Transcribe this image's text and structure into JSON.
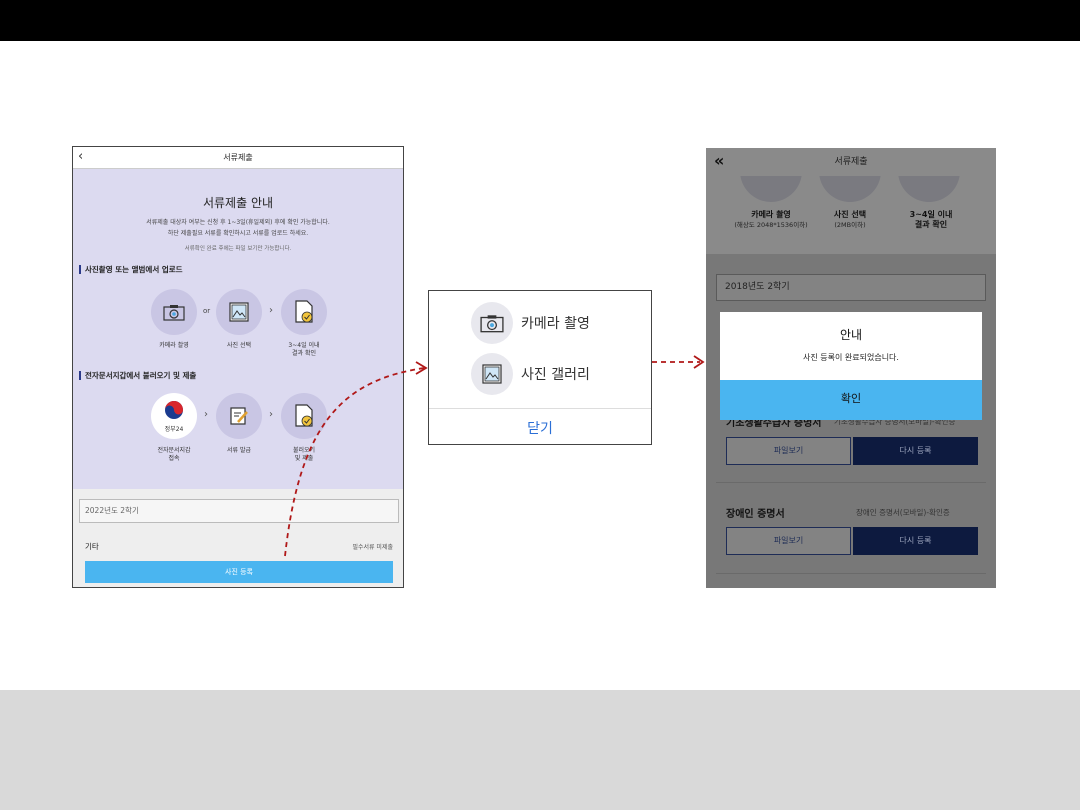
{
  "left_screen": {
    "header_title": "서류제출",
    "guide_title": "서류제출 안내",
    "guide_lines": [
      "서류제출 대상자 여부는 신청 후 1~3일(휴일제외) 후에 확인 가능합니다.",
      "하단 제출필요 서류를 확인하시고 서류를 업로드 하세요.",
      "서류확인 완료 후에는 파일 보기만 가능합니다."
    ],
    "section1_title": "사진촬영 또는 앨범에서 업로드",
    "section1_or": "or",
    "section1_steps": [
      "카메라 촬영",
      "사진 선택",
      "3~4일 이내",
      "결과 확인"
    ],
    "section2_title": "전자문서지갑에서 불러오기 및 제출",
    "section2_steps": [
      "전자문서지갑",
      "접속",
      "서류 발급",
      "불러오기",
      "및 제출"
    ],
    "gov24_label": "정부24",
    "semester": "2022년도 2학기",
    "etc_label": "기타",
    "etc_status": "필수서류 미제출",
    "register_button": "사진 등록"
  },
  "popup": {
    "camera_label": "카메라 촬영",
    "gallery_label": "사진 갤러리",
    "close_label": "닫기"
  },
  "right_screen": {
    "header_title": "서류제출",
    "steps": [
      {
        "title": "카메라 촬영",
        "sub": "(해상도 2048*1536이하)"
      },
      {
        "title": "사진 선택",
        "sub": "(2MB이하)"
      },
      {
        "title": "3~4일 이내",
        "sub": "결과 확인"
      }
    ],
    "semester": "2018년도 2학기",
    "row1_title": "기초생활수급자 증명서",
    "row1_sub": "기초생활수급자 증명서(모바일)-확인증",
    "row2_title": "장애인 증명서",
    "row2_sub": "장애인 증명서(모바일)-확인증",
    "view_button": "파일보기",
    "reregister_button": "다시 등록",
    "dialog_title": "안내",
    "dialog_message": "사진 등록이 완료되었습니다.",
    "dialog_ok": "확인"
  },
  "colors": {
    "accent_blue": "#4ab5f0",
    "arrow_red": "#b01818",
    "navy": "#0d1a3f",
    "lavender": "#dcdaf0"
  }
}
